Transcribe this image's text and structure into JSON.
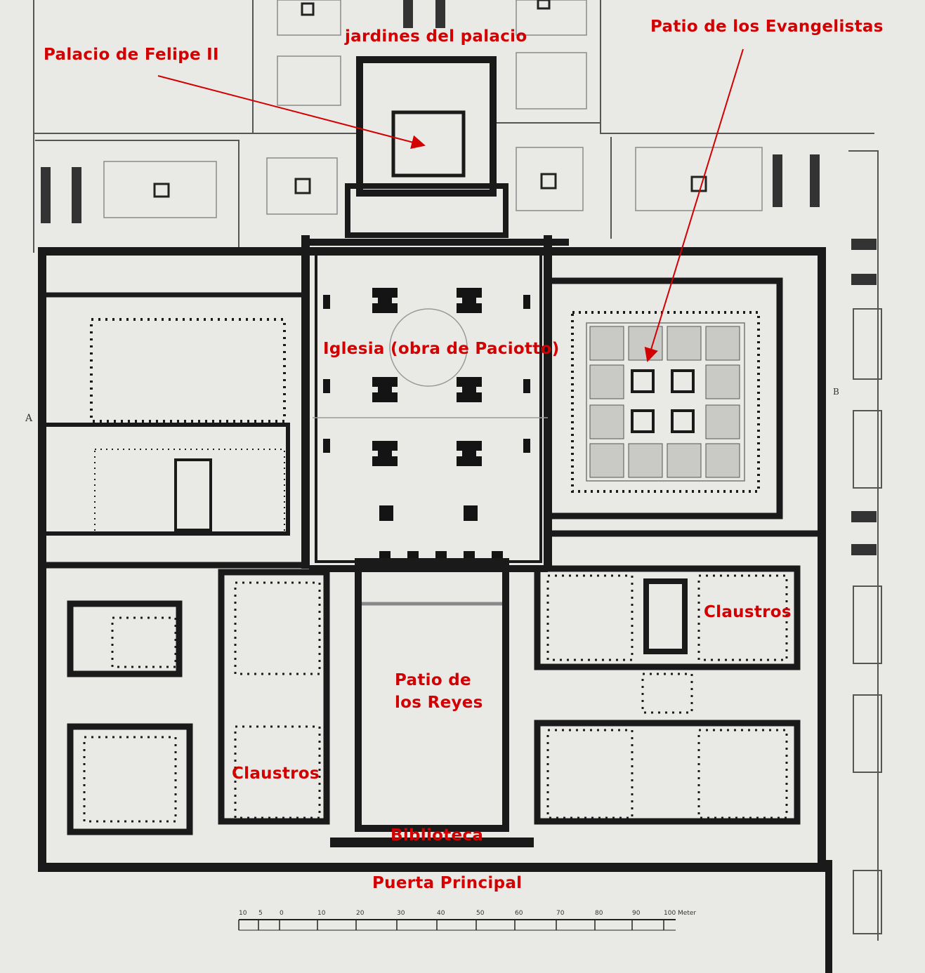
{
  "labels": {
    "jardines": "jardines del palacio",
    "palacio": "Palacio de Felipe II",
    "evangelistas": "Patio de los Evangelistas",
    "iglesia": "Iglesia (obra de Paciotto)",
    "claustros_right": "Claustros",
    "reyes_line1": "Patio de",
    "reyes_line2": "los Reyes",
    "claustros_left": "Claustros",
    "biblioteca": "Biblioteca",
    "puerta": "Puerta Principal"
  },
  "plan_markings": {
    "side_letter_a": "A",
    "side_letter_b": "B"
  },
  "scale_bar": {
    "ticks": [
      "10",
      "5",
      "0",
      "10",
      "20",
      "30",
      "40",
      "50",
      "60",
      "70",
      "80",
      "90",
      "100 Meter"
    ]
  },
  "colors": {
    "annotation": "#d20000",
    "ink": "#1a1a1a",
    "paper": "#e9e9e6"
  }
}
